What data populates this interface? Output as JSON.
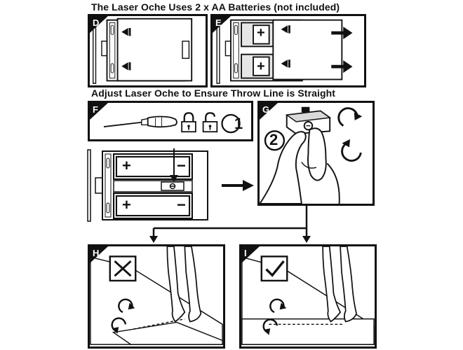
{
  "headings": {
    "batteries": "The Laser Oche Uses 2 x AA Batteries (not included)",
    "adjust": "Adjust Laser Oche to Ensure Throw Line is Straight"
  },
  "panels": {
    "d": "D",
    "e": "E",
    "f": "F",
    "g": "G",
    "h": "H",
    "i": "I"
  },
  "steps": {
    "one": "1",
    "two": "2"
  },
  "battery": {
    "plus": "+",
    "minus": "−"
  },
  "icons": [
    "screwdriver-icon",
    "padlock-locked-icon",
    "padlock-unlocked-icon",
    "rotate-clockwise-icon",
    "rotate-counterclockwise-icon",
    "cross-icon",
    "check-icon",
    "arrow-right-icon",
    "arrow-down-icon"
  ],
  "colors": {
    "ink": "#111111",
    "paper": "#ffffff",
    "shade": "#d9d9d9"
  }
}
